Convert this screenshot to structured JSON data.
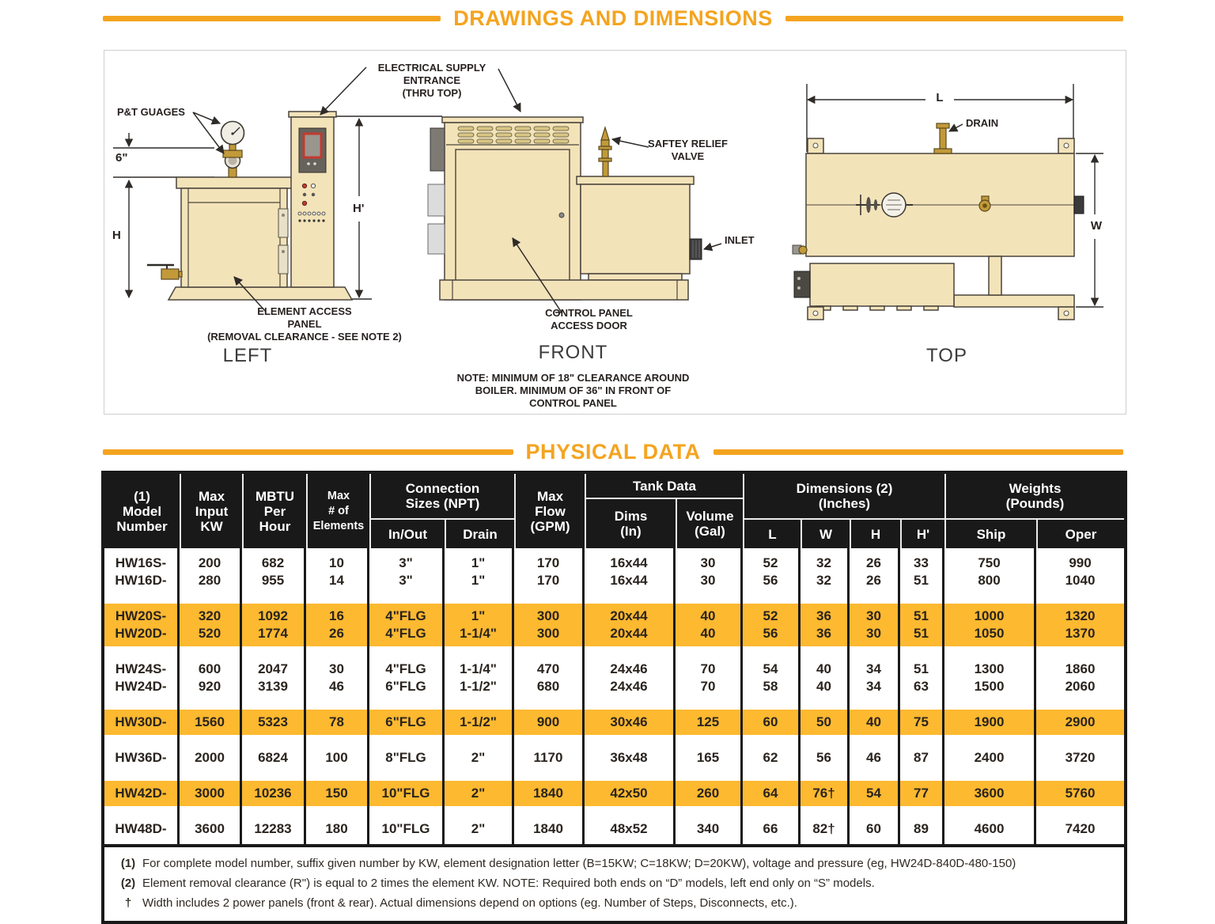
{
  "page": {
    "title": "DRAWINGS AND DIMENSIONS",
    "physical_title": "PHYSICAL DATA"
  },
  "colors": {
    "gold_accent": "#F4A41F",
    "row_highlight": "#FDB930",
    "table_header_bg": "#191919",
    "drawing_fill": "#F3E3B9",
    "brass": "#C29A3A"
  },
  "drawings": {
    "left_view": {
      "pt_gauges": "P&T GUAGES",
      "dim_six": "6\"",
      "dim_h": "H",
      "dim_h_prime": "H'",
      "element_access": "ELEMENT ACCESS\nPANEL\n(REMOVAL CLEARANCE - SEE NOTE 2)",
      "caption": "LEFT"
    },
    "front_view": {
      "electrical": "ELECTRICAL SUPPLY\nENTRANCE\n(THRU TOP)",
      "safety_valve": "SAFTEY RELIEF\nVALVE",
      "inlet": "INLET",
      "control_panel": "CONTROL PANEL\nACCESS DOOR",
      "caption": "FRONT",
      "note": "NOTE: MINIMUM OF 18\" CLEARANCE AROUND\nBOILER. MINIMUM OF 36\" IN FRONT OF\nCONTROL PANEL"
    },
    "top_view": {
      "drain": "DRAIN",
      "dim_l": "L",
      "dim_w": "W",
      "caption": "TOP"
    }
  },
  "table": {
    "header": {
      "model": "(1)\nModel\nNumber",
      "max_input": "Max\nInput\nKW",
      "mbtu": "MBTU\nPer\nHour",
      "max_elements": "Max\n# of\nElements",
      "connection": "Connection\nSizes (NPT)",
      "in_out": "In/Out",
      "drain": "Drain",
      "max_flow": "Max\nFlow\n(GPM)",
      "tank_data": "Tank Data",
      "dims": "Dims\n(In)",
      "volume": "Volume\n(Gal)",
      "dimensions": "Dimensions (2)\n(Inches)",
      "l": "L",
      "w": "W",
      "h": "H",
      "h_prime": "H'",
      "weights": "Weights\n(Pounds)",
      "ship": "Ship",
      "oper": "Oper"
    },
    "groups": [
      {
        "highlight": false,
        "rows": [
          [
            "HW16S-",
            "200",
            "682",
            "10",
            "3\"",
            "1\"",
            "170",
            "16x44",
            "30",
            "52",
            "32",
            "26",
            "33",
            "750",
            "990"
          ],
          [
            "HW16D-",
            "280",
            "955",
            "14",
            "3\"",
            "1\"",
            "170",
            "16x44",
            "30",
            "56",
            "32",
            "26",
            "51",
            "800",
            "1040"
          ]
        ]
      },
      {
        "highlight": true,
        "rows": [
          [
            "HW20S-",
            "320",
            "1092",
            "16",
            "4\"FLG",
            "1\"",
            "300",
            "20x44",
            "40",
            "52",
            "36",
            "30",
            "51",
            "1000",
            "1320"
          ],
          [
            "HW20D-",
            "520",
            "1774",
            "26",
            "4\"FLG",
            "1-1/4\"",
            "300",
            "20x44",
            "40",
            "56",
            "36",
            "30",
            "51",
            "1050",
            "1370"
          ]
        ]
      },
      {
        "highlight": false,
        "rows": [
          [
            "HW24S-",
            "600",
            "2047",
            "30",
            "4\"FLG",
            "1-1/4\"",
            "470",
            "24x46",
            "70",
            "54",
            "40",
            "34",
            "51",
            "1300",
            "1860"
          ],
          [
            "HW24D-",
            "920",
            "3139",
            "46",
            "6\"FLG",
            "1-1/2\"",
            "680",
            "24x46",
            "70",
            "58",
            "40",
            "34",
            "63",
            "1500",
            "2060"
          ]
        ]
      },
      {
        "highlight": true,
        "rows": [
          [
            "HW30D-",
            "1560",
            "5323",
            "78",
            "6\"FLG",
            "1-1/2\"",
            "900",
            "30x46",
            "125",
            "60",
            "50",
            "40",
            "75",
            "1900",
            "2900"
          ]
        ]
      },
      {
        "highlight": false,
        "rows": [
          [
            "HW36D-",
            "2000",
            "6824",
            "100",
            "8\"FLG",
            "2\"",
            "1170",
            "36x48",
            "165",
            "62",
            "56",
            "46",
            "87",
            "2400",
            "3720"
          ]
        ]
      },
      {
        "highlight": true,
        "rows": [
          [
            "HW42D-",
            "3000",
            "10236",
            "150",
            "10\"FLG",
            "2\"",
            "1840",
            "42x50",
            "260",
            "64",
            "76†",
            "54",
            "77",
            "3600",
            "5760"
          ]
        ]
      },
      {
        "highlight": false,
        "rows": [
          [
            "HW48D-",
            "3600",
            "12283",
            "180",
            "10\"FLG",
            "2\"",
            "1840",
            "48x52",
            "340",
            "66",
            "82†",
            "60",
            "89",
            "4600",
            "7420"
          ]
        ]
      }
    ],
    "footnotes": [
      {
        "marker": "(1)",
        "text": "For complete model number, suffix given number by KW, element designation letter (B=15KW; C=18KW; D=20KW), voltage and pressure (eg, HW24D-840D-480-150)"
      },
      {
        "marker": "(2)",
        "text": "Element removal clearance (R\") is equal to 2 times the element KW.  NOTE:  Required both ends on “D” models, left end only on “S” models."
      },
      {
        "marker": "†",
        "text": "Width includes 2 power panels (front & rear). Actual dimensions depend on options (eg. Number of Steps, Disconnects, etc.)."
      }
    ]
  }
}
